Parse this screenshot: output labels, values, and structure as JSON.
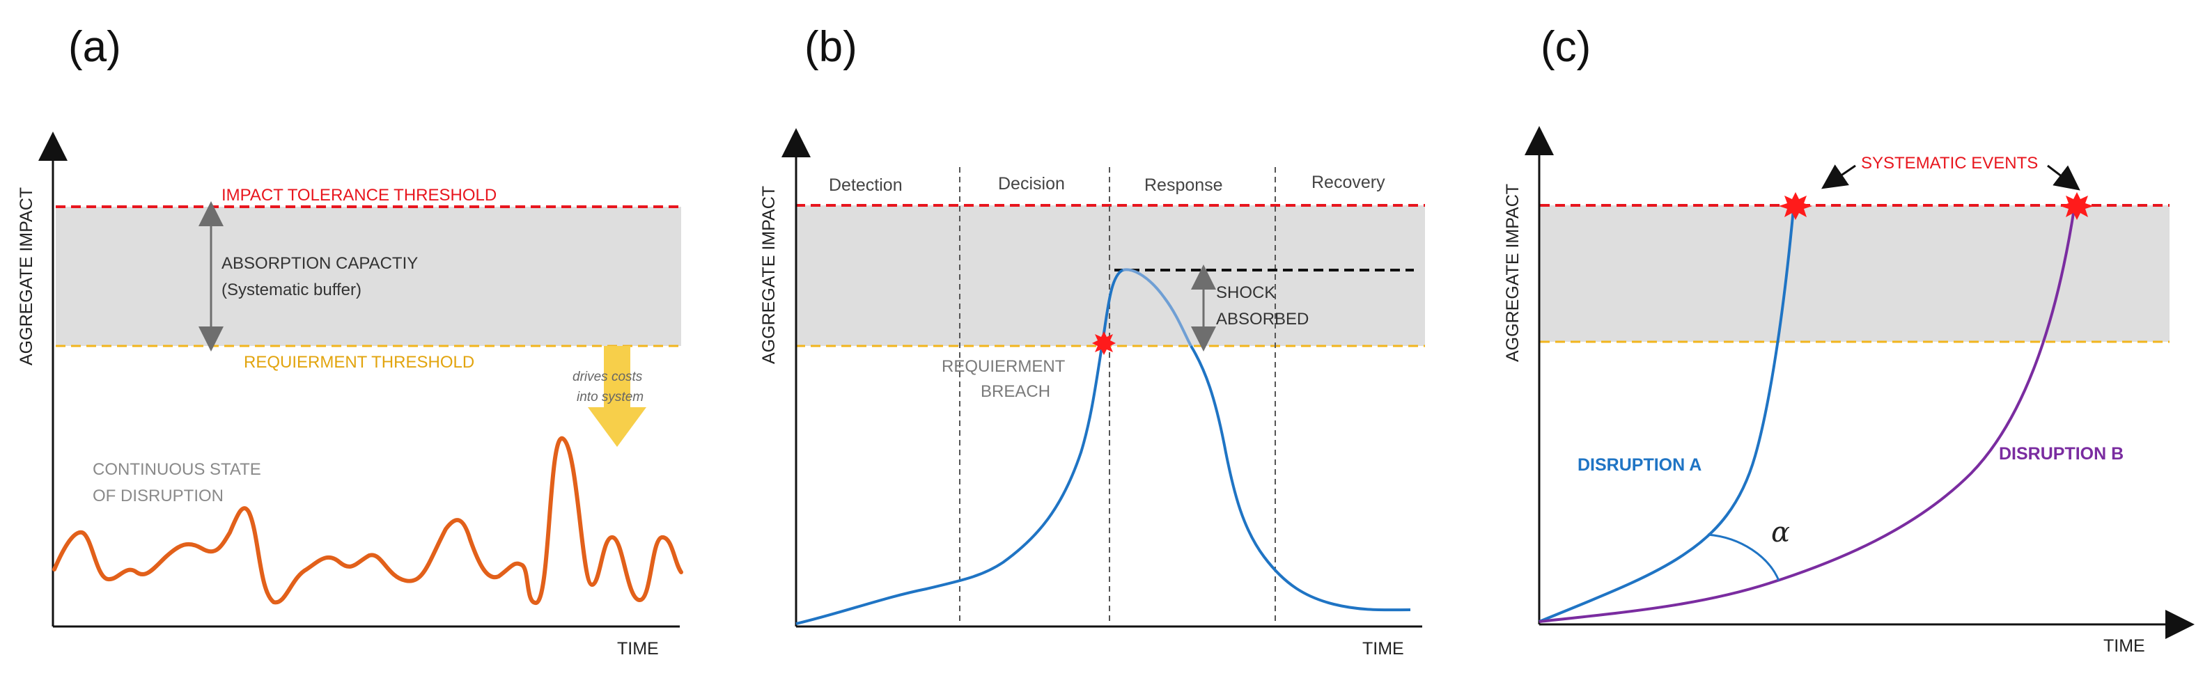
{
  "panels": {
    "a": {
      "letter": "(a)",
      "ylabel": "AGGREGATE IMPACT",
      "xlabel": "TIME",
      "impact_threshold_label": "IMPACT TOLERANCE THRESHOLD",
      "absorption_label_1": "ABSORPTION CAPACTIY",
      "absorption_label_2": "(Systematic buffer)",
      "requirement_threshold_label": "REQUIERMENT THRESHOLD",
      "drives_costs_1": "drives costs",
      "drives_costs_2": "into system",
      "continuous_1": "CONTINUOUS STATE",
      "continuous_2": "OF DISRUPTION"
    },
    "b": {
      "letter": "(b)",
      "ylabel": "AGGREGATE IMPACT",
      "xlabel": "TIME",
      "phases": [
        "Detection",
        "Decision",
        "Response",
        "Recovery"
      ],
      "shock_1": "SHOCK",
      "shock_2": "ABSORBED",
      "breach_1": "REQUIERMENT",
      "breach_2": "BREACH"
    },
    "c": {
      "letter": "(c)",
      "ylabel": "AGGREGATE IMPACT",
      "xlabel": "TIME",
      "systematic_events": "SYSTEMATIC EVENTS",
      "disruption_a": "DISRUPTION A",
      "disruption_b": "DISRUPTION B",
      "angle_symbol": "α"
    }
  },
  "colors": {
    "impact_threshold": "#e8161e",
    "requirement_threshold": "#f2b51d",
    "buffer_band": "#dedede",
    "disruption_orange": "#e2601a",
    "curve_blue": "#1f74c4",
    "curve_purple": "#7a2ca0",
    "arrow_yellow": "#f7cf4a",
    "burst_red": "#ff1b1b"
  }
}
